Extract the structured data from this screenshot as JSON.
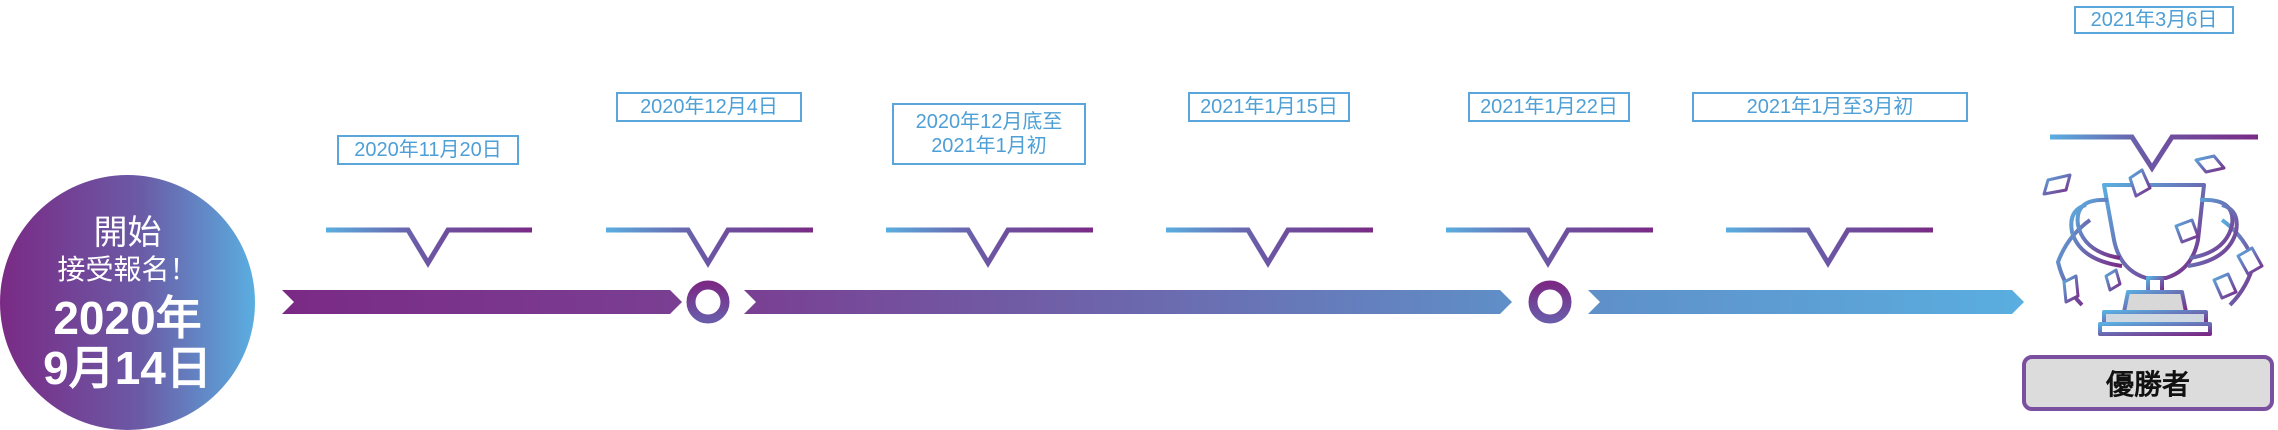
{
  "start": {
    "line1": "開始",
    "line2": "接受報名！",
    "line3": "2020年",
    "line4": "9月14日"
  },
  "milestones": [
    {
      "lines": [
        "2020年11月20日"
      ]
    },
    {
      "lines": [
        "2020年12月4日"
      ]
    },
    {
      "lines": [
        "2020年12月底至",
        "2021年1月初"
      ]
    },
    {
      "lines": [
        "2021年1月15日"
      ]
    },
    {
      "lines": [
        "2021年1月22日"
      ]
    },
    {
      "lines": [
        "2021年1月至3月初"
      ]
    }
  ],
  "final": {
    "date": "2021年3月6日",
    "label": "優勝者",
    "icon": "trophy-icon"
  },
  "colors": {
    "purple": "#7a2a85",
    "mid": "#6b5aa6",
    "blue": "#5aaee0",
    "box_border": "#5aa6da",
    "box_text": "#4d9fd6"
  }
}
